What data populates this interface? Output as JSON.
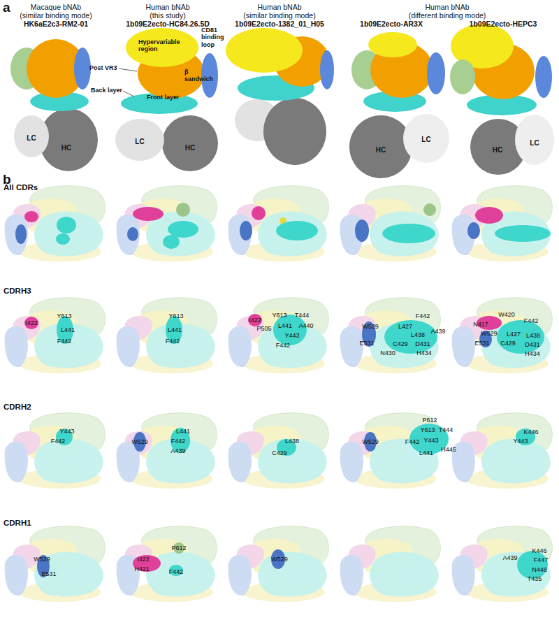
{
  "diagram": {
    "labels": [
      "a",
      "Macaque bNAb",
      "(similar binding mode)",
      "HK6aE2c3-RM2-01",
      "Human bNAb",
      "(this study)",
      "1b09E2ecto-HC84.26.5D",
      "Human bNAb",
      "(similar binding mode)",
      "1b09E2ecto-1382_01_H05",
      "Human bNAb",
      "(different binding mode)",
      "1b09E2ecto-AR3X",
      "1b09E2ecto-HEPC3",
      "Hypervariable region",
      "CD81 binding loop",
      "Post VR3",
      "β sandwich",
      "Back layer",
      "Front layer",
      "LC",
      "HC",
      "LC",
      "HC",
      "HC",
      "LC",
      "HC",
      "LC",
      "b",
      "All CDRs",
      "CDRH3",
      "I422",
      "Y613",
      "L441",
      "F442",
      "Y613",
      "L441",
      "F442",
      "I422",
      "Y613",
      "T444",
      "P505",
      "L441",
      "A440",
      "Y443",
      "F442",
      "W529",
      "L427",
      "F442",
      "L438",
      "A439",
      "E531",
      "C429",
      "D431",
      "N430",
      "H434",
      "N417",
      "W420",
      "F442",
      "W529",
      "L427",
      "L438",
      "E531",
      "C429",
      "D431",
      "H434",
      "CDRH2",
      "Y443",
      "F442",
      "W529",
      "L441",
      "F442",
      "A439",
      "L438",
      "C429",
      "P612",
      "Y613",
      "T444",
      "W529",
      "F442",
      "Y443",
      "H445",
      "L441",
      "K446",
      "Y443",
      "CDRH1",
      "W529",
      "E531",
      "P612",
      "I422",
      "H421",
      "F442",
      "W529",
      "K446",
      "A439",
      "F447",
      "N448",
      "T435"
    ]
  }
}
